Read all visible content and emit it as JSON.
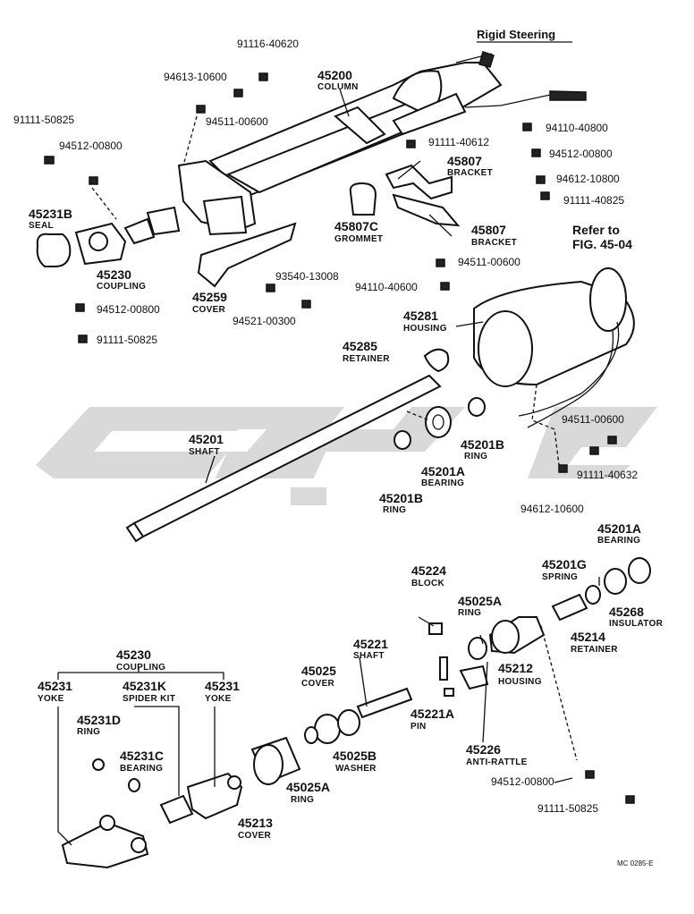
{
  "title": "Rigid Steering",
  "footer_code": "MC 0285-E",
  "colors": {
    "ink": "#111111",
    "watermark": "#d9d9d9",
    "background": "#ffffff"
  },
  "parts": [
    {
      "id": "p1",
      "number": "91116-40620"
    },
    {
      "id": "p2",
      "number": "94613-10600"
    },
    {
      "id": "p3",
      "number": "94511-00600"
    },
    {
      "id": "p4",
      "number": "45200",
      "name": "COLUMN"
    },
    {
      "id": "p5",
      "number": "91111-50825"
    },
    {
      "id": "p6",
      "number": "94512-00800"
    },
    {
      "id": "p7",
      "number": "94110-40800"
    },
    {
      "id": "p8",
      "number": "91111-40612"
    },
    {
      "id": "p9",
      "number": "94512-00800"
    },
    {
      "id": "p10",
      "number": "45807",
      "name": "BRACKET"
    },
    {
      "id": "p11",
      "number": "94612-10800"
    },
    {
      "id": "p12",
      "number": "91111-40825"
    },
    {
      "id": "p13",
      "number": "45231B",
      "name": "SEAL"
    },
    {
      "id": "p14",
      "number": "45807C",
      "name": "GROMMET"
    },
    {
      "id": "p15",
      "number": "45807",
      "name": "BRACKET"
    },
    {
      "id": "p16",
      "number": "45230",
      "name": "COUPLING"
    },
    {
      "id": "p17",
      "number": "45259",
      "name": "COVER"
    },
    {
      "id": "p18",
      "number": "93540-13008"
    },
    {
      "id": "p19",
      "number": "94511-00600"
    },
    {
      "id": "p20",
      "number": "94110-40600"
    },
    {
      "id": "p21",
      "number": "94521-00300"
    },
    {
      "id": "p22",
      "number": "94512-00800"
    },
    {
      "id": "p23",
      "number": "91111-50825"
    },
    {
      "id": "p24",
      "number": "45281",
      "name": "HOUSING"
    },
    {
      "id": "p25",
      "number": "45285",
      "name": "RETAINER"
    },
    {
      "id": "p26",
      "number": "45201",
      "name": "SHAFT"
    },
    {
      "id": "p27",
      "number": "45201B",
      "name": "RING"
    },
    {
      "id": "p28",
      "number": "45201A",
      "name": "BEARING"
    },
    {
      "id": "p29",
      "number": "45201B",
      "name": "RING"
    },
    {
      "id": "p30",
      "number": "94511-00600"
    },
    {
      "id": "p31",
      "number": "91111-40632"
    },
    {
      "id": "p32",
      "number": "94612-10600"
    },
    {
      "id": "p33",
      "number": "45201A",
      "name": "BEARING"
    },
    {
      "id": "p34",
      "number": "45224",
      "name": "BLOCK"
    },
    {
      "id": "p35",
      "number": "45201G",
      "name": "SPRING"
    },
    {
      "id": "p36",
      "number": "45025A",
      "name": "RING"
    },
    {
      "id": "p37",
      "number": "45268",
      "name": "INSULATOR"
    },
    {
      "id": "p38",
      "number": "45214",
      "name": "RETAINER"
    },
    {
      "id": "p39",
      "number": "45212",
      "name": "HOUSING"
    },
    {
      "id": "p40",
      "number": "45221",
      "name": "SHAFT"
    },
    {
      "id": "p41",
      "number": "45230",
      "name": "COUPLING"
    },
    {
      "id": "p42",
      "number": "45025",
      "name": "COVER"
    },
    {
      "id": "p43",
      "number": "45231",
      "name": "YOKE"
    },
    {
      "id": "p44",
      "number": "45231K",
      "name": "SPIDER KIT"
    },
    {
      "id": "p45",
      "number": "45231",
      "name": "YOKE"
    },
    {
      "id": "p46",
      "number": "45221A",
      "name": "PIN"
    },
    {
      "id": "p47",
      "number": "45231D",
      "name": "RING"
    },
    {
      "id": "p48",
      "number": "45226",
      "name": "ANTI-RATTLE"
    },
    {
      "id": "p49",
      "number": "45231C",
      "name": "BEARING"
    },
    {
      "id": "p50",
      "number": "45025B",
      "name": "WASHER"
    },
    {
      "id": "p51",
      "number": "94512-00800"
    },
    {
      "id": "p52",
      "number": "45025A",
      "name": "RING"
    },
    {
      "id": "p53",
      "number": "45213",
      "name": "COVER"
    },
    {
      "id": "p54",
      "number": "91111-50825"
    }
  ],
  "note": {
    "line1": "Refer to",
    "line2": "FIG. 45-04"
  }
}
